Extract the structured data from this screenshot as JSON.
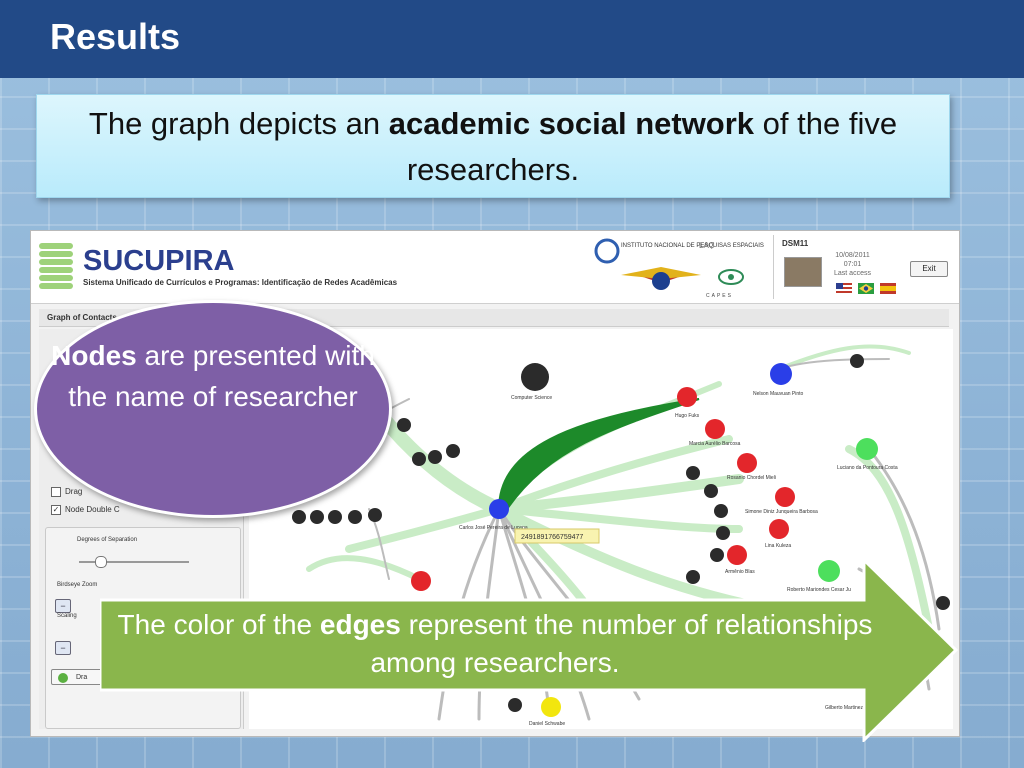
{
  "slide": {
    "title": "Results",
    "callout": {
      "pre": "The graph depicts an ",
      "bold": "academic social network",
      "post": " of the five researchers."
    },
    "ellipse": {
      "bold": "Nodes",
      "rest": " are presented with the name of researcher"
    },
    "arrow": {
      "pre": "The color of the ",
      "bold": "edges",
      "post": " represent the number of relationships among researchers."
    }
  },
  "app": {
    "brand": "SUCUPIRA",
    "subtitle": "Sistema Unificado de Currículos e Programas: Identificação de Redes Acadêmicas",
    "institute": "INSTITUTO NACIONAL DE PESQUISAS ESPACIAIS",
    "lac": "LAC",
    "capes": "CAPES",
    "user": {
      "name": "DSM11",
      "date": "10/08/2011",
      "time": "07:01",
      "last_access": "Last access",
      "exit_label": "Exit"
    },
    "panel_title": "Graph of Contacts",
    "left_panel": {
      "drag_label": "Drag",
      "node_double_label": "Node Double C",
      "degrees_label": "Degrees of Separation",
      "birdseye_label": "Birdseye Zoom",
      "scaling_label": "Scaling",
      "minus_label": "−",
      "draw_label": "Dra"
    },
    "tooltip": "2491891766759477",
    "node_labels": [
      "Computer Science",
      "Nelson Mauvuan Pinto",
      "Hugo Fuks",
      "Marcia Aurélio Barcosa",
      "Rosanio Chordel Mieli",
      "Luciano da Pontoura Costa",
      "Simone Diniz Junqueira Barbosa",
      "Carlos José Pereira de Lucena",
      "Lina Kuleza",
      "Armênio Blas",
      "Roberto Mariondes Cesar Ju",
      "Daniel Schwabe",
      "Gilberto Martinez Bruno"
    ]
  },
  "colors": {
    "title_bar": "#224a87",
    "strong_edge": "#1d8a2a",
    "light_edge": "#c9ecc6",
    "gray_edge": "#b8b8b8",
    "node_red": "#e3262b",
    "node_blue": "#2a3ee8",
    "node_green": "#4ddf5d",
    "node_black": "#2b2b2b",
    "node_yellow": "#f2e60e",
    "ellipse": "#7e5fa6",
    "arrow": "#8ab64c"
  }
}
